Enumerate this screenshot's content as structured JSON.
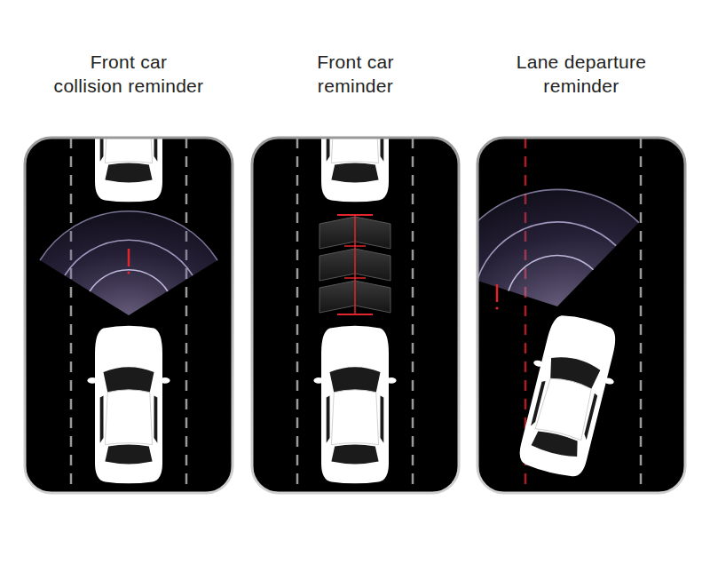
{
  "diagram": {
    "nodes": [
      {
        "text": [
          "Front car collision reminder"
        ]
      },
      {
        "text": [
          "Front car reminder"
        ]
      },
      {
        "text": [
          "Lane departure reminder"
        ]
      }
    ]
  }
}
